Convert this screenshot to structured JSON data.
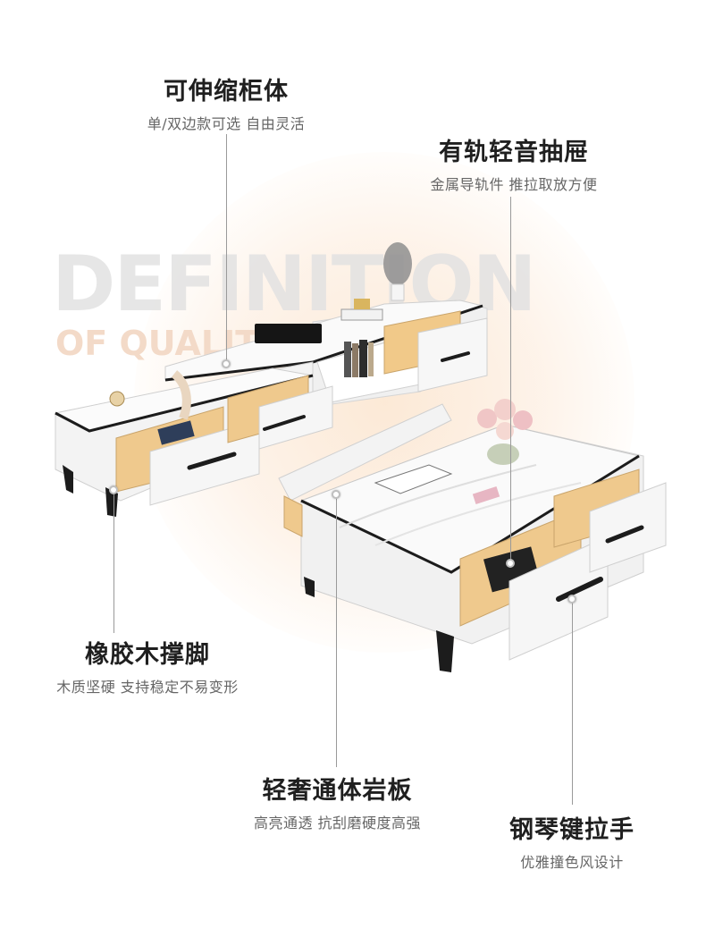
{
  "background": {
    "watermark_line1": "DEFINITION",
    "watermark_line2": "OF QUALITY"
  },
  "features": [
    {
      "title": "可伸缩柜体",
      "subtitle": "单/双边款可选 自由灵活"
    },
    {
      "title": "有轨轻音抽屉",
      "subtitle": "金属导轨件 推拉取放方便"
    },
    {
      "title": "橡胶木撑脚",
      "subtitle": "木质坚硬 支持稳定不易变形"
    },
    {
      "title": "轻奢通体岩板",
      "subtitle": "高亮通透 抗刮磨硬度高强"
    },
    {
      "title": "钢琴键拉手",
      "subtitle": "优雅撞色风设计"
    }
  ],
  "colors": {
    "accent_glow": "#fbe5d2",
    "cabinet_white": "#f4f4f4",
    "edge_black": "#1c1c1c",
    "wood": "#e9c98f"
  }
}
